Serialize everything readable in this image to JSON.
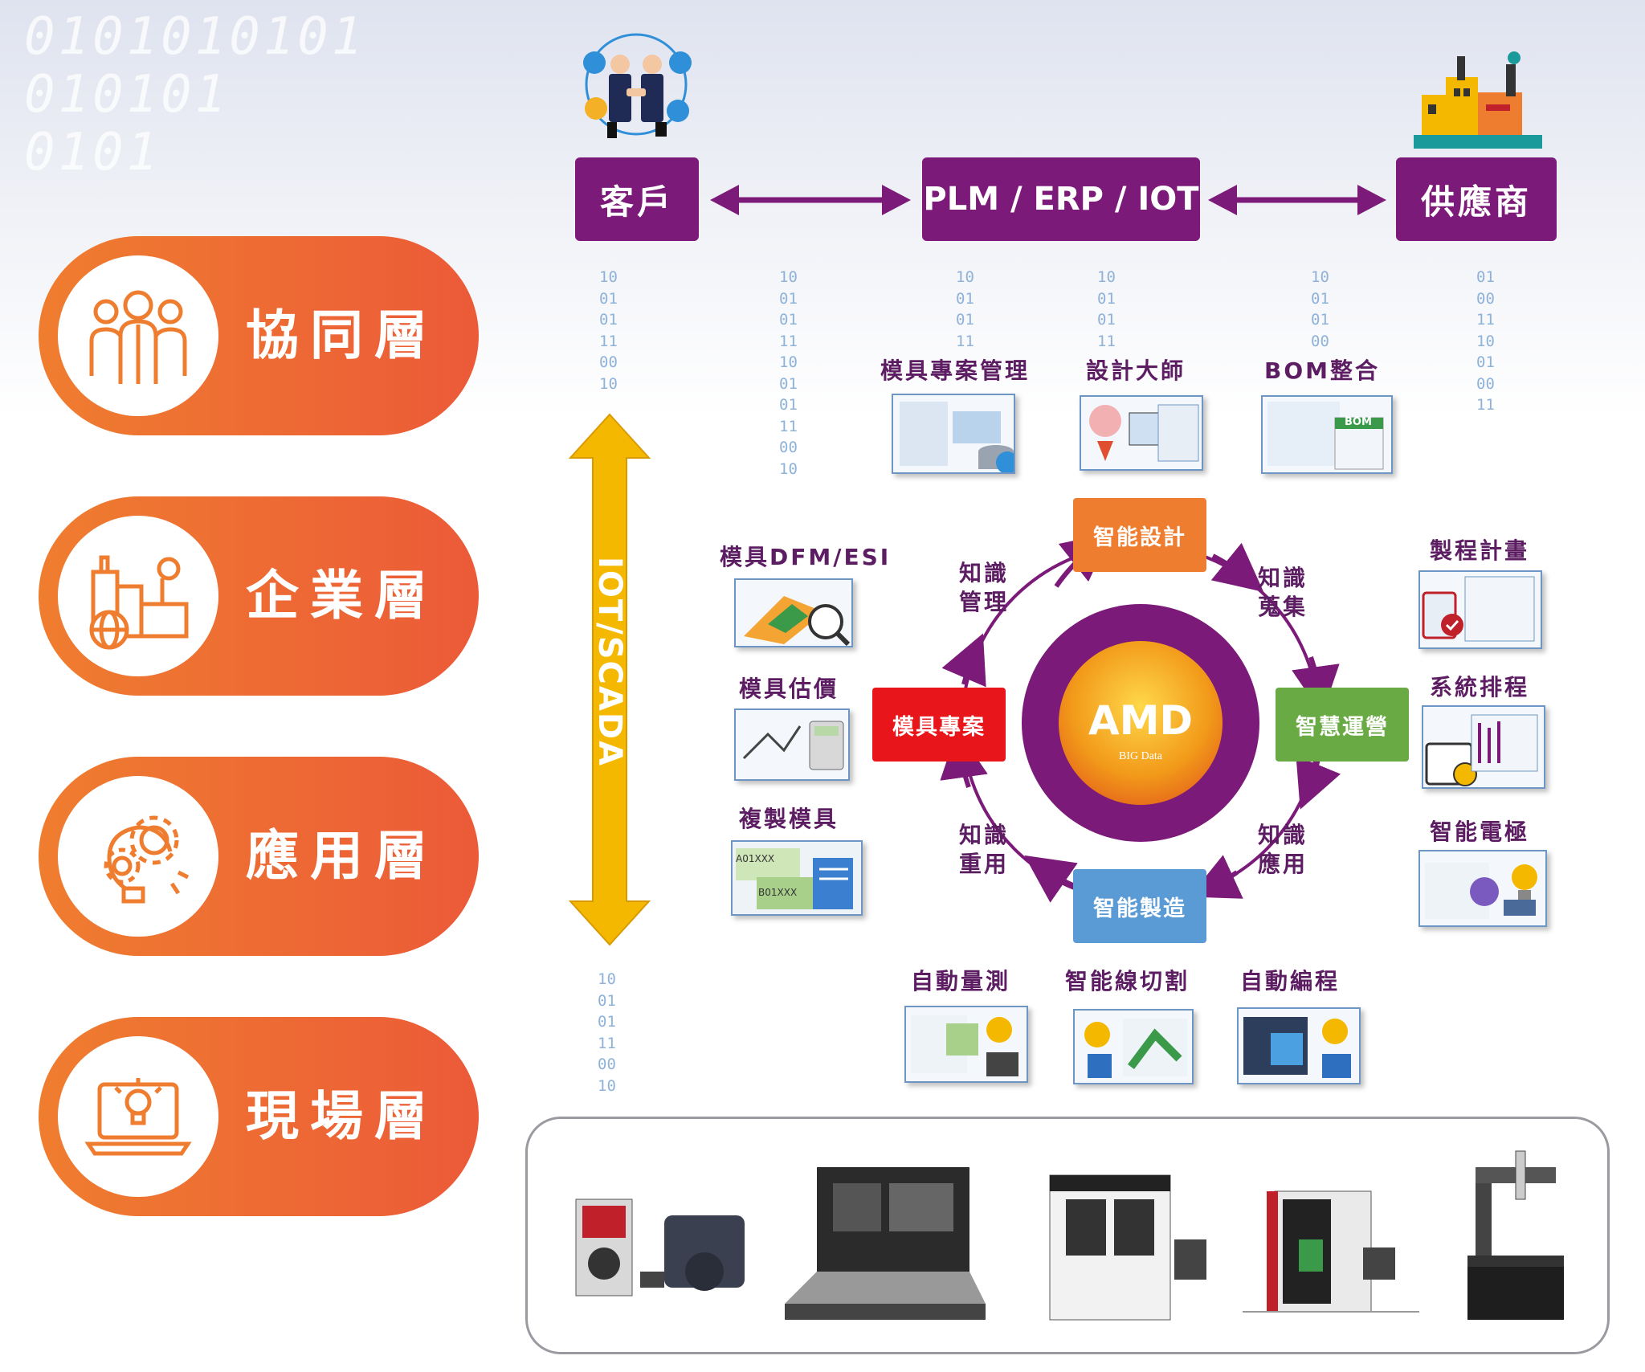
{
  "top_row": {
    "customer": "客戶",
    "platform": "PLM / ERP / IOT",
    "supplier": "供應商"
  },
  "layers": [
    "協同層",
    "企業層",
    "應用層",
    "現場層"
  ],
  "bus_label": "IOT/SCADA",
  "binary_columns": {
    "col1": "10\n01\n01\n11\n00\n10",
    "col2": "10\n01\n01\n11\n10\n01\n01\n11\n00\n10",
    "col3": "10\n01\n01\n11",
    "col4": "10\n01\n01\n11",
    "col5": "10\n01\n01\n00",
    "col6": "01\n00\n11\n10\n01\n00\n11",
    "col7": "10\n01\n01\n11\n00\n10"
  },
  "modules": {
    "project_mgmt": "模具專案管理",
    "design_master": "設計大師",
    "bom": "BOM整合",
    "bom_tag": "BOM",
    "dfm": "模具DFM/ESI",
    "estimate": "模具估價",
    "copy_mold": "複製模具",
    "copy_tag_a": "A01XXX",
    "copy_tag_b": "B01XXX",
    "process_plan": "製程計畫",
    "scheduling": "系統排程",
    "electrode": "智能電極",
    "auto_measure": "自動量測",
    "wire_cut": "智能線切割",
    "auto_program": "自動編程"
  },
  "cycle": {
    "center_title": "AMD",
    "center_sub": "BIG Data",
    "top": "智能設計",
    "right": "智慧運營",
    "bottom": "智能製造",
    "left": "模具專案",
    "k_manage": "知識\n管理",
    "k_collect": "知識\n蒐集",
    "k_apply": "知識\n應用",
    "k_reuse": "知識\n重用"
  },
  "colors": {
    "purple": "#7b1a78",
    "orange": "#ef7d2f",
    "red": "#e8161b",
    "green": "#6aaa44",
    "blue": "#5b9bd5",
    "gold": "#f5b800"
  }
}
